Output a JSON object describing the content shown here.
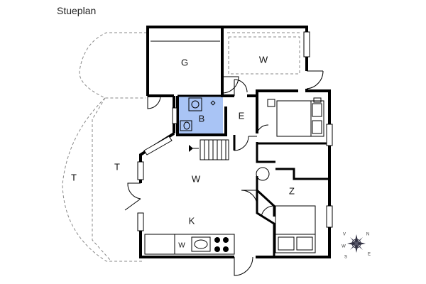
{
  "title": "Stueplan",
  "rooms": {
    "garage": "G",
    "workshop": "W",
    "bathroom": "B",
    "entrance": "E",
    "living": "W",
    "terrace_inner": "T",
    "terrace_outer": "T",
    "bedroom": "Z",
    "kitchen": "K",
    "washer": "W"
  },
  "compass": {
    "n": "N",
    "e": "E",
    "s": "S",
    "w": "W",
    "v": "V"
  },
  "colors": {
    "wall": "#000000",
    "bathroom_fill": "#a9c4f5",
    "dashed": "#888888"
  }
}
